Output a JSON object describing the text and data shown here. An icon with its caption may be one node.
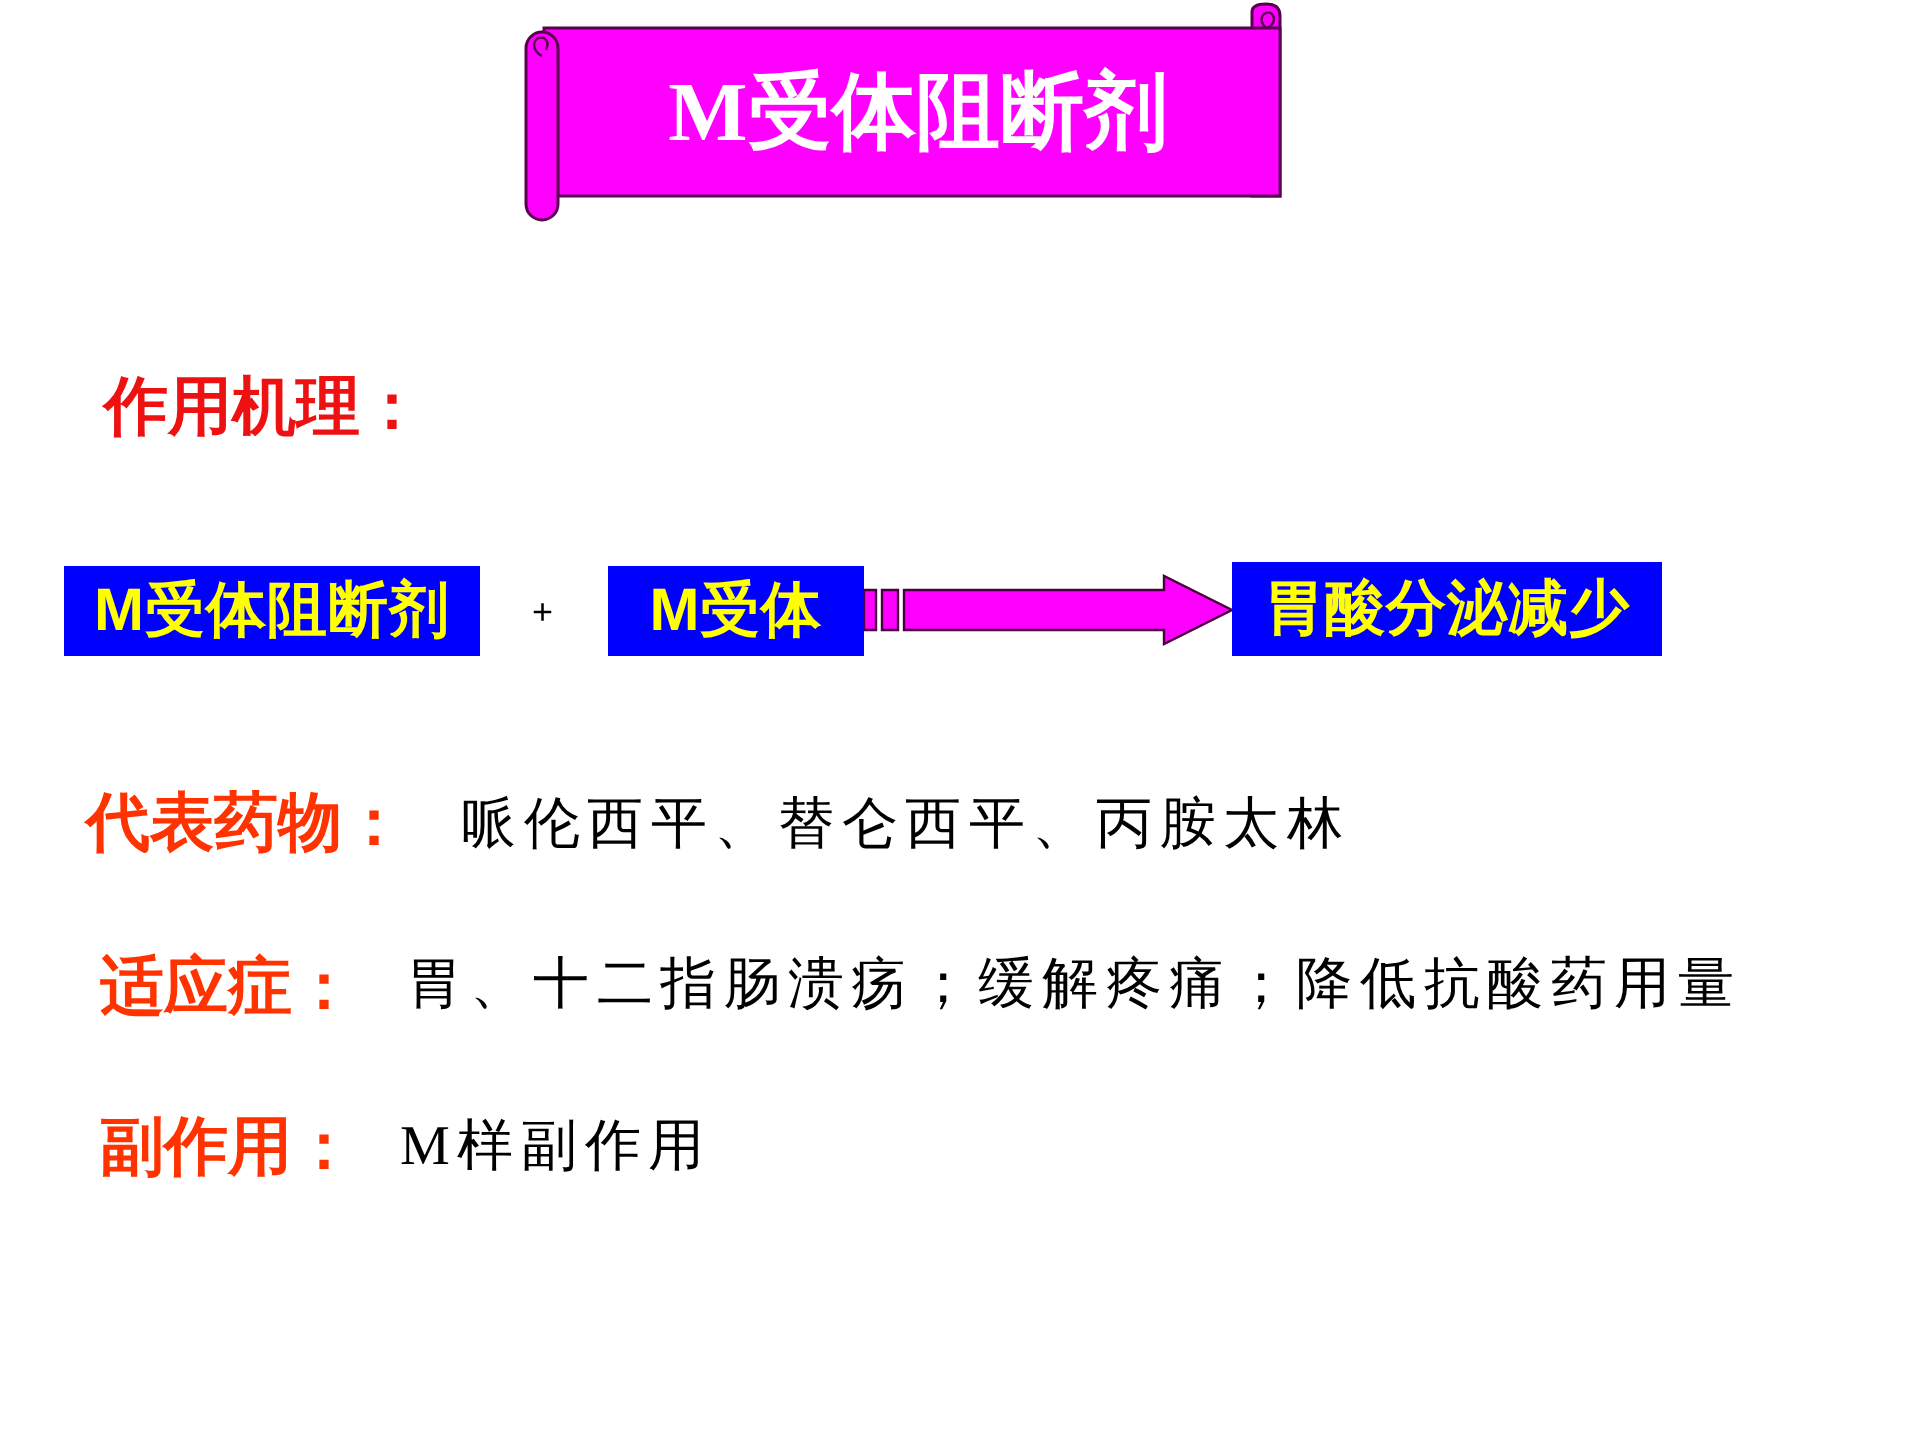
{
  "diagram": {
    "title": "M受体阻断剂",
    "nodes": [
      {
        "text": [
          "M受体阻断剂"
        ]
      },
      {
        "text": [
          "M受体"
        ]
      },
      {
        "text": [
          "胃酸分泌减少"
        ]
      }
    ],
    "edges": [
      {
        "from": 1,
        "to": 2,
        "arrow": "to"
      }
    ],
    "labels": [
      "作用机理：",
      "+",
      "代表药物：",
      "哌伦西平、替仑西平、丙胺太林",
      "适应症：",
      "胃、十二指肠溃疡；缓解疼痛；降低抗酸药用量",
      "副作用：",
      "M样副作用"
    ]
  }
}
